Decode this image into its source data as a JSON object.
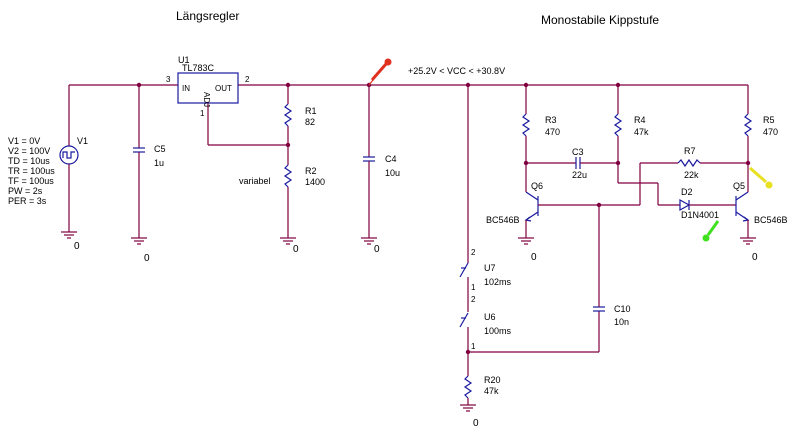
{
  "titles": {
    "regulator": "Längsregler",
    "monostable": "Monostabile Kippstufe"
  },
  "supply_range": "+25.2V < VCC < +30.8V",
  "ground_label": "0",
  "source": {
    "name": "V1",
    "params": [
      "V1 = 0V",
      "V2 = 100V",
      "TD = 10us",
      "TR = 100us",
      "TF = 100us",
      "PW = 2s",
      "PER = 3s"
    ]
  },
  "regulator": {
    "ref": "U1",
    "model": "TL783C",
    "pin_in": "IN",
    "pin_out": "OUT",
    "pin_adj": "ADJ",
    "pin_num_in": "3",
    "pin_num_out": "2",
    "pin_num_adj": "1"
  },
  "components": {
    "C5": {
      "ref": "C5",
      "value": "1u"
    },
    "R1": {
      "ref": "R1",
      "value": "82"
    },
    "R2": {
      "ref": "R2",
      "value": "1400",
      "note": "variabel"
    },
    "C4": {
      "ref": "C4",
      "value": "10u"
    },
    "R3": {
      "ref": "R3",
      "value": "470"
    },
    "R4": {
      "ref": "R4",
      "value": "47k"
    },
    "R5": {
      "ref": "R5",
      "value": "470"
    },
    "C3": {
      "ref": "C3",
      "value": "22u"
    },
    "R7": {
      "ref": "R7",
      "value": "22k"
    },
    "D2": {
      "ref": "D2",
      "value": "D1N4001"
    },
    "Q6": {
      "ref": "Q6",
      "value": "BC546B"
    },
    "Q5": {
      "ref": "Q5",
      "value": "BC546B"
    },
    "U7": {
      "ref": "U7",
      "value": "102ms",
      "pin_top": "2",
      "pin_bottom": "1"
    },
    "U6": {
      "ref": "U6",
      "value": "100ms",
      "pin_top": "2",
      "pin_bottom": "1"
    },
    "C10": {
      "ref": "C10",
      "value": "10n"
    },
    "R20": {
      "ref": "R20",
      "value": "47k"
    }
  },
  "colors": {
    "wire": "#800040",
    "part": "#1a1aa0",
    "probe_red": "#e03020",
    "probe_yellow": "#e8e020",
    "probe_green": "#40e020"
  }
}
